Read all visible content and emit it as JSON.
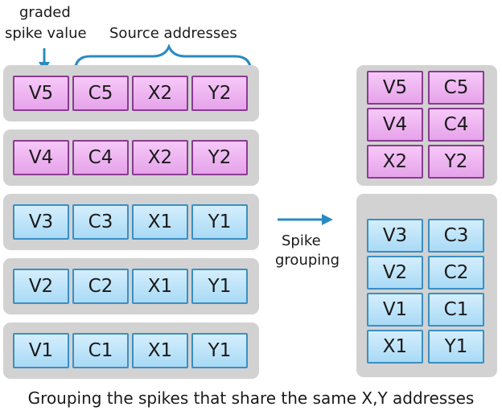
{
  "labels": {
    "graded_line1": "graded",
    "graded_line2": "spike value",
    "source_addresses": "Source addresses",
    "spike_line1": "Spike",
    "spike_line2": "grouping",
    "caption": "Grouping the spikes that share the same X,Y addresses"
  },
  "left_rows": [
    {
      "cells": [
        "V5",
        "C5",
        "X2",
        "Y2"
      ],
      "color": "pink"
    },
    {
      "cells": [
        "V4",
        "C4",
        "X2",
        "Y2"
      ],
      "color": "pink"
    },
    {
      "cells": [
        "V3",
        "C3",
        "X1",
        "Y1"
      ],
      "color": "blue"
    },
    {
      "cells": [
        "V2",
        "C2",
        "X1",
        "Y1"
      ],
      "color": "blue"
    },
    {
      "cells": [
        "V1",
        "C1",
        "X1",
        "Y1"
      ],
      "color": "blue"
    }
  ],
  "right_groups": [
    {
      "color": "pink",
      "rows": [
        [
          "V5",
          "C5"
        ],
        [
          "V4",
          "C4"
        ],
        [
          "X2",
          "Y2"
        ]
      ]
    },
    {
      "color": "blue",
      "rows": [
        [
          "V3",
          "C3"
        ],
        [
          "V2",
          "C2"
        ],
        [
          "V1",
          "C1"
        ],
        [
          "X1",
          "Y1"
        ]
      ]
    }
  ],
  "colors": {
    "pink_fill": "#f0b8f4",
    "pink_border": "#8b3a92",
    "blue_fill": "#bfe3f8",
    "blue_border": "#3a8fc4",
    "panel": "#d2d2d2",
    "arrow": "#2b8bbf"
  }
}
